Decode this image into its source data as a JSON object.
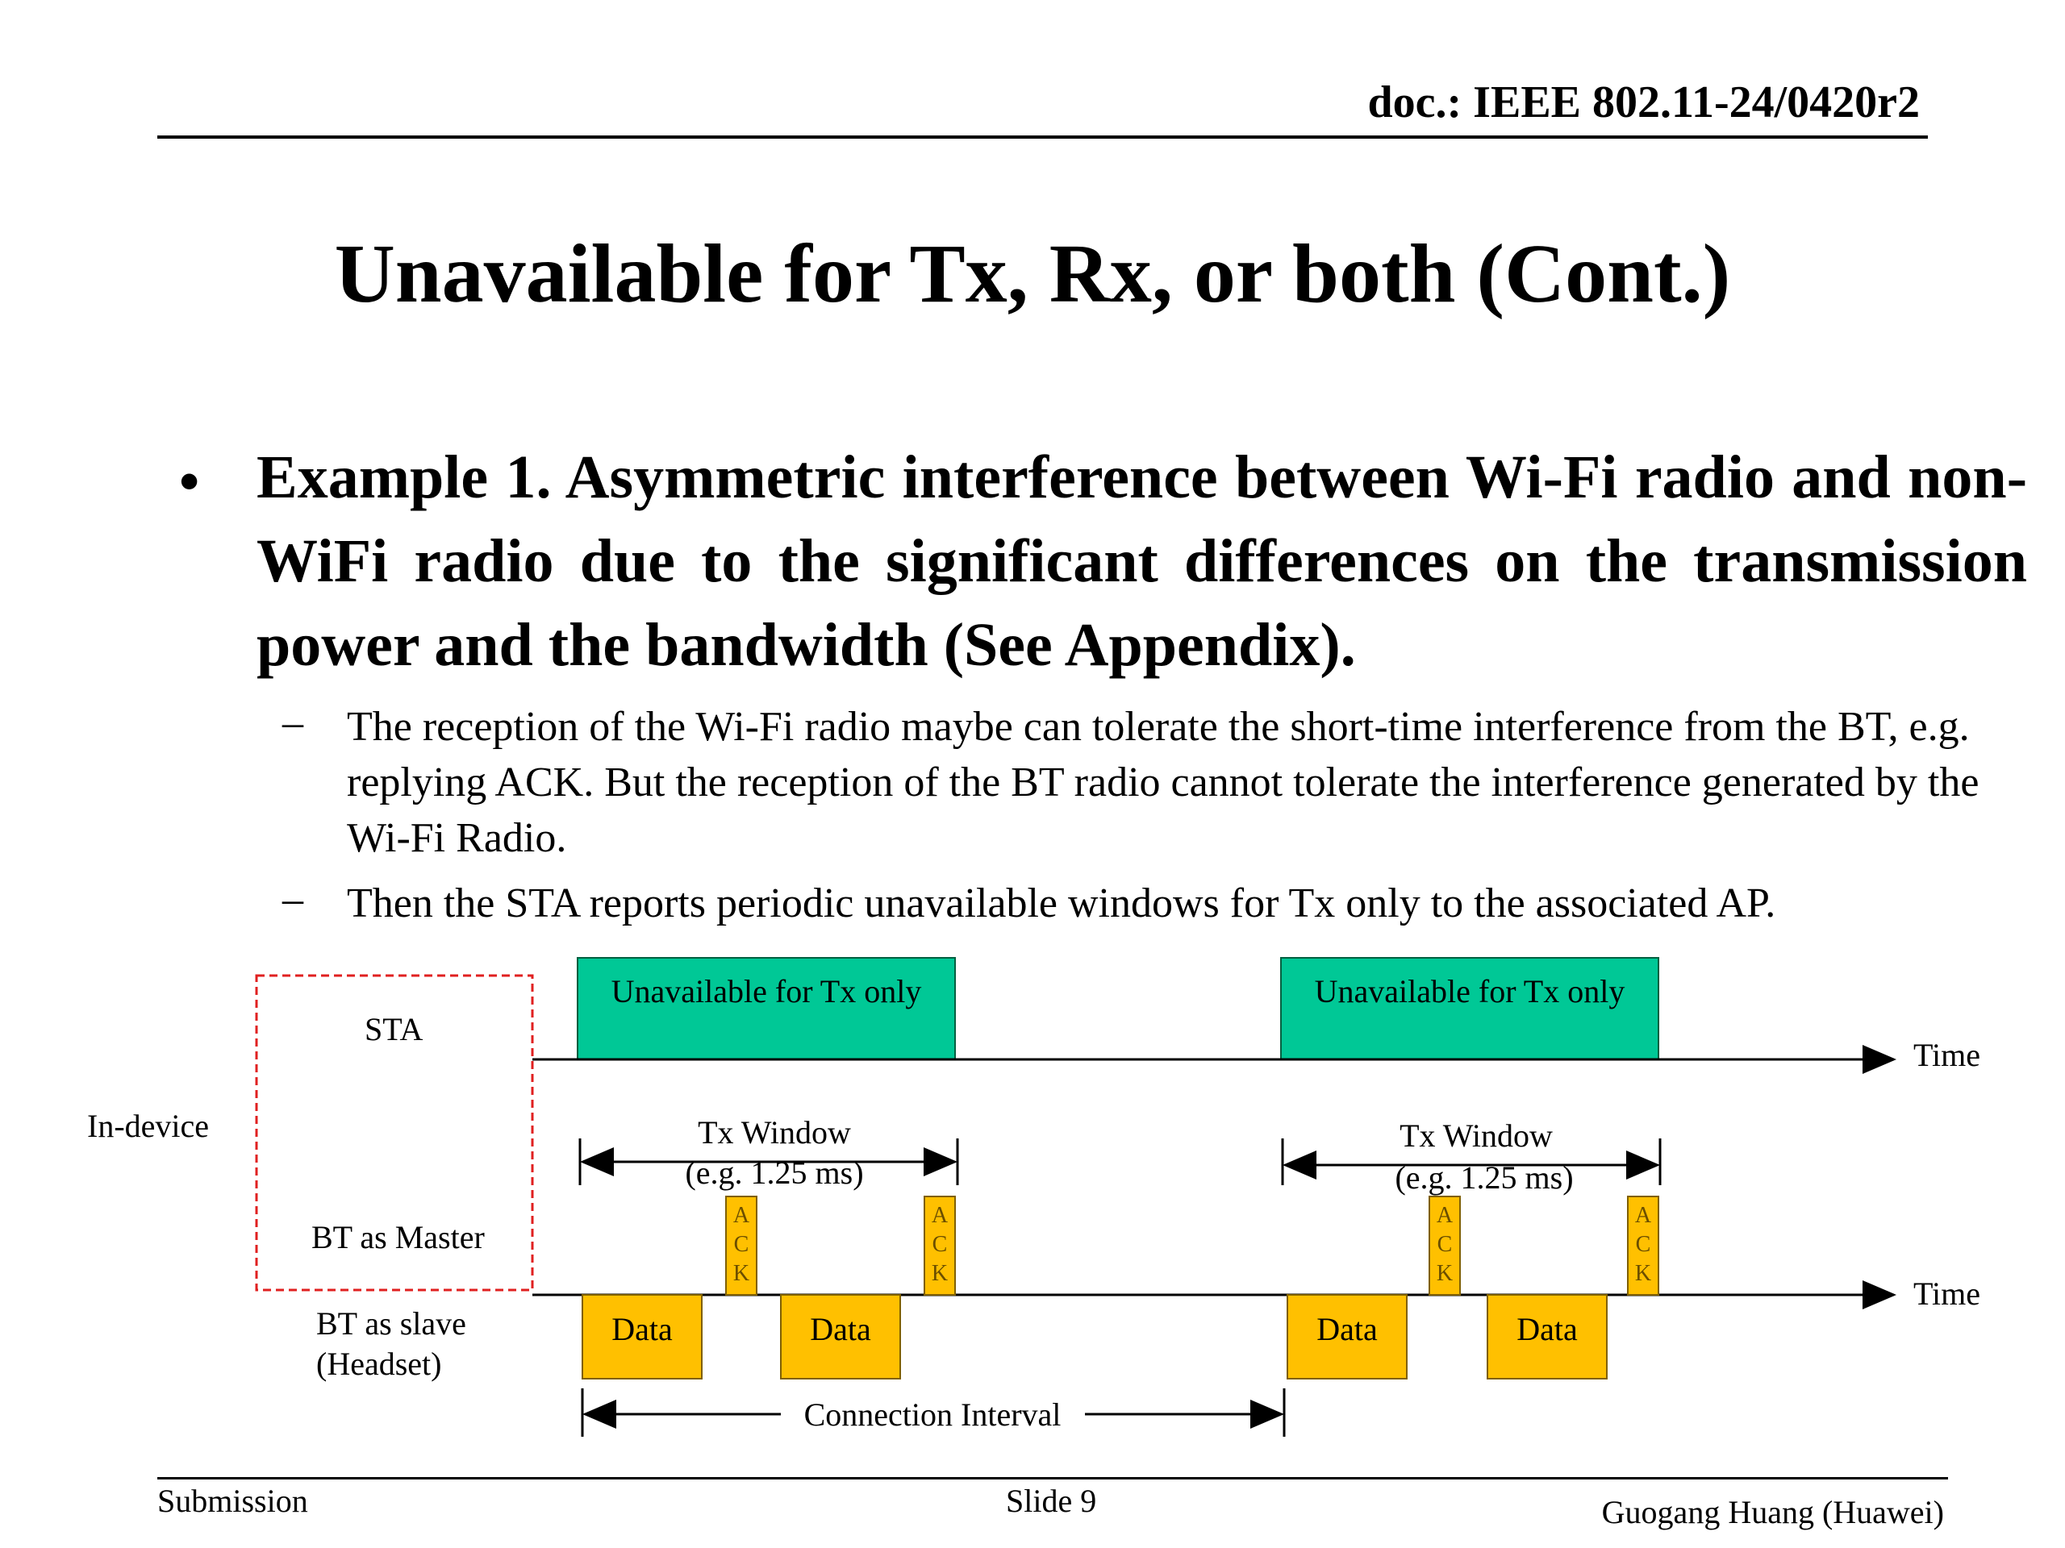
{
  "header": {
    "doc_id": "doc.: IEEE 802.11-24/0420r2"
  },
  "slide": {
    "title": "Unavailable for Tx, Rx, or both (Cont.)",
    "bullet": "Example 1. Asymmetric interference between Wi-Fi radio and non-WiFi radio due to the significant differences on the transmission power and the bandwidth (See Appendix).",
    "sub_bullets": [
      "The reception of the Wi-Fi radio maybe can tolerate the short-time interference from the BT, e.g. replying ACK. But the reception of the BT radio cannot tolerate the interference generated by the Wi-Fi Radio.",
      "Then the STA reports periodic unavailable windows for Tx only to the associated AP."
    ],
    "dash": "–"
  },
  "diagram": {
    "in_device": "In-device",
    "sta": "STA",
    "bt_master": "BT as Master",
    "bt_slave_1": "BT as slave",
    "bt_slave_2": "(Headset)",
    "unavailable_1": "Unavailable for Tx only",
    "unavailable_2": "Unavailable for Tx only",
    "time_1": "Time",
    "time_2": "Time",
    "tx_window_1": "Tx Window",
    "tx_window_1_eg": "(e.g. 1.25 ms)",
    "tx_window_2": "Tx Window",
    "tx_window_2_eg": "(e.g. 1.25 ms)",
    "ack_letters": [
      "A",
      "C",
      "K"
    ],
    "data_1": "Data",
    "data_2": "Data",
    "data_3": "Data",
    "data_4": "Data",
    "connection_interval": "Connection Interval",
    "colors": {
      "unavailable": "#00C896",
      "packet": "#FFC000",
      "in_device_border": "#E02020"
    }
  },
  "footer": {
    "left": "Submission",
    "center": "Slide 9",
    "right": "Guogang Huang (Huawei)"
  }
}
